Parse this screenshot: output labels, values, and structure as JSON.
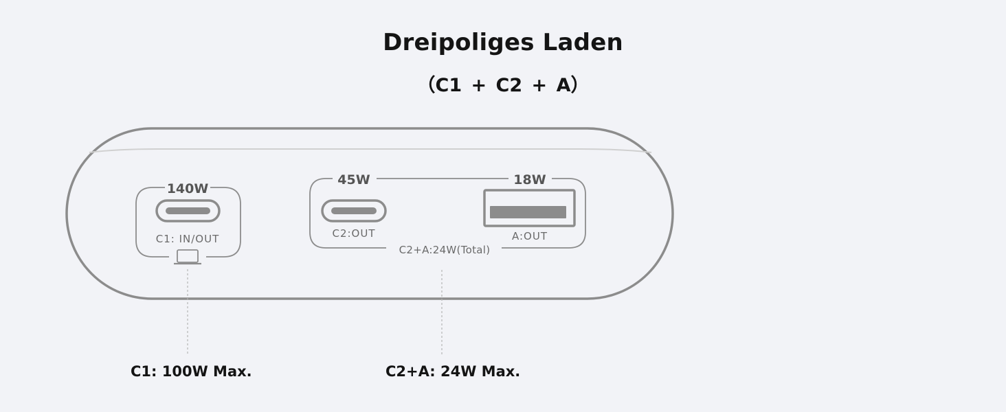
{
  "title": "Dreipoliges Laden",
  "subtitle": "（C1 + C2 + A）",
  "ports": {
    "c1": {
      "watt": "140W",
      "label": "C1: IN/OUT"
    },
    "c2": {
      "watt": "45W",
      "label": "C2:OUT"
    },
    "a": {
      "watt": "18W",
      "label": "A:OUT"
    },
    "combined_total": "C2+A:24W(Total)"
  },
  "captions": {
    "c1": "C1: 100W Max.",
    "c2a": "C2+A: 24W Max."
  },
  "icons": {
    "c1_device": "laptop-icon"
  },
  "colors": {
    "background": "#f2f3f7",
    "outline": "#8c8c8c",
    "text": "#141414"
  }
}
